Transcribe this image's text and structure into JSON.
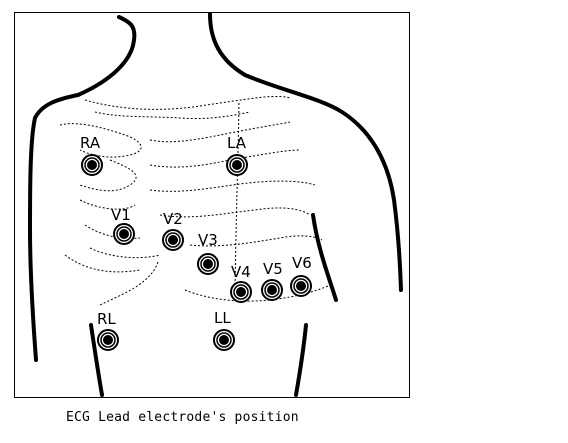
{
  "caption": "ECG Lead electrode's position",
  "electrodes": [
    {
      "id": "ra",
      "label": "RA"
    },
    {
      "id": "la",
      "label": "LA"
    },
    {
      "id": "v1",
      "label": "V1"
    },
    {
      "id": "v2",
      "label": "V2"
    },
    {
      "id": "v3",
      "label": "V3"
    },
    {
      "id": "v4",
      "label": "V4"
    },
    {
      "id": "v5",
      "label": "V5"
    },
    {
      "id": "v6",
      "label": "V6"
    },
    {
      "id": "rl",
      "label": "RL"
    },
    {
      "id": "ll",
      "label": "LL"
    }
  ]
}
